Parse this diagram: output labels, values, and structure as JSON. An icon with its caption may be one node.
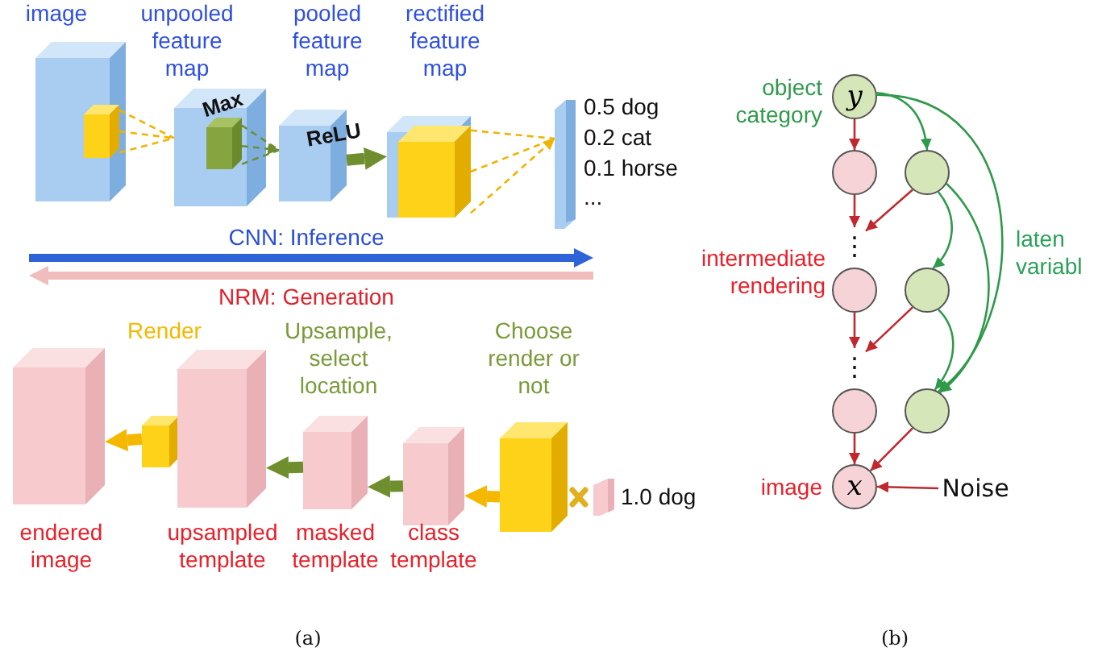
{
  "diagram": {
    "nodes": [
      {
        "text": [
          "image"
        ]
      },
      {
        "text": [],
        "shape": "box",
        "in": 0
      },
      {
        "text": [
          "unpooled feature map"
        ]
      },
      {
        "text": [
          "Max"
        ],
        "in": 2
      },
      {
        "text": [
          "pooled feature map"
        ]
      },
      {
        "text": [
          "rectified feature map"
        ]
      },
      {
        "text": [],
        "shape": "box",
        "in": 5
      },
      {
        "text": [],
        "shape": "bar",
        "beside": [
          "0.5 dog",
          "0.2 cat",
          "0.1 horse",
          "..."
        ]
      },
      {
        "text": [
          "endered image"
        ]
      },
      {
        "text": [],
        "shape": "box"
      },
      {
        "text": [
          "upsampled template"
        ]
      },
      {
        "text": [
          "masked template"
        ]
      },
      {
        "text": [
          "class template"
        ]
      },
      {
        "text": [],
        "shape": "box"
      },
      {
        "text": [],
        "shape": "bar",
        "beside": [
          "1.0 dog"
        ]
      },
      {
        "text": [
          "y"
        ],
        "beside": [
          "object category"
        ]
      },
      {
        "text": [],
        "shape": "circle"
      },
      {
        "text": [],
        "shape": "circle"
      },
      {
        "text": [
          "⋮"
        ]
      },
      {
        "text": [],
        "shape": "circle",
        "beside": [
          "intermediate rendering"
        ]
      },
      {
        "text": [],
        "shape": "circle"
      },
      {
        "text": [
          "⋮"
        ]
      },
      {
        "text": [],
        "shape": "circle"
      },
      {
        "text": [],
        "shape": "circle"
      },
      {
        "text": [
          "x"
        ],
        "beside": [
          "image"
        ]
      },
      {
        "text": [
          "Noise"
        ]
      }
    ],
    "edges": [
      {
        "from": 1,
        "to": 2,
        "arrow": "none",
        "style": "dashed",
        "color": "#f0b400"
      },
      {
        "from": 3,
        "to": 4,
        "arrow": "to",
        "style": "dashed",
        "color": "#6f8f2f"
      },
      {
        "from": 4,
        "to": 5,
        "arrow": "to",
        "label": "ReLU",
        "style": "thick",
        "color": "#6f8f2f"
      },
      {
        "from": 6,
        "to": 7,
        "arrow": "to",
        "style": "dashed",
        "color": "#f0b400"
      },
      {
        "from": 9,
        "to": 8,
        "arrow": "to",
        "style": "thick",
        "color": "#f5b800"
      },
      {
        "from": 11,
        "to": 10,
        "arrow": "to",
        "style": "thick",
        "color": "#6f8f2f"
      },
      {
        "from": 12,
        "to": 11,
        "arrow": "to",
        "style": "thick",
        "color": "#6f8f2f"
      },
      {
        "from": 13,
        "to": 12,
        "arrow": "to",
        "style": "thick",
        "color": "#f5b800"
      },
      {
        "from": 15,
        "to": 16,
        "arrow": "to",
        "color": "#c0282d"
      },
      {
        "from": 15,
        "to": 17,
        "arrow": "to",
        "color": "#2e9a4a"
      },
      {
        "from": 15,
        "to": 23,
        "arrow": "to",
        "color": "#2e9a4a"
      },
      {
        "from": 17,
        "to": 20,
        "arrow": "to",
        "color": "#2e9a4a"
      },
      {
        "from": 17,
        "to": 23,
        "arrow": "to",
        "color": "#2e9a4a"
      },
      {
        "from": 20,
        "to": 23,
        "arrow": "to",
        "color": "#2e9a4a"
      },
      {
        "from": 16,
        "to": 18,
        "arrow": "to",
        "color": "#c0282d"
      },
      {
        "from": 17,
        "to": 18,
        "arrow": "to",
        "color": "#c0282d"
      },
      {
        "from": 19,
        "to": 21,
        "arrow": "to",
        "color": "#c0282d"
      },
      {
        "from": 20,
        "to": 21,
        "arrow": "to",
        "color": "#c0282d"
      },
      {
        "from": 22,
        "to": 24,
        "arrow": "to",
        "color": "#c0282d"
      },
      {
        "from": 23,
        "to": 24,
        "arrow": "to",
        "color": "#c0282d"
      },
      {
        "from": 25,
        "to": 24,
        "arrow": "to",
        "color": "#c0282d"
      }
    ],
    "labels": [
      "CNN: Inference",
      "NRM: Generation",
      "Render",
      "Upsample, select location",
      "Choose render or not",
      "laten variabl",
      "(a)",
      "(b)"
    ]
  }
}
